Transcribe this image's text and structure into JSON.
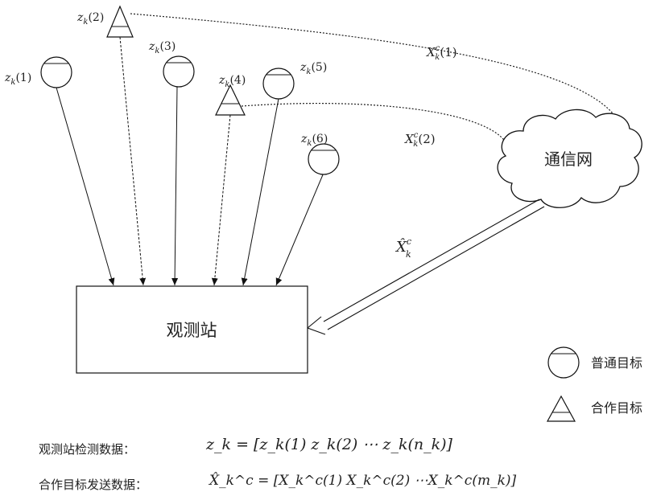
{
  "station": {
    "label": "观测站"
  },
  "network": {
    "label": "通信网"
  },
  "targets": [
    {
      "id": "1",
      "label": "(1)",
      "kind": "ordinary"
    },
    {
      "id": "2",
      "label": "(2)",
      "kind": "cooperative"
    },
    {
      "id": "3",
      "label": "(3)",
      "kind": "ordinary"
    },
    {
      "id": "4",
      "label": "(4)",
      "kind": "cooperative"
    },
    {
      "id": "5",
      "label": "(5)",
      "kind": "ordinary"
    },
    {
      "id": "6",
      "label": "(6)",
      "kind": "ordinary"
    }
  ],
  "links": {
    "coop1": {
      "sym": "X",
      "sup": "c",
      "sub": "k",
      "arg": "(1)"
    },
    "coop2": {
      "sym": "X",
      "sup": "c",
      "sub": "k",
      "arg": "(2)"
    },
    "to_station": {
      "sym": "X̂",
      "sup": "c",
      "sub": "k"
    }
  },
  "legend": {
    "ordinary": "普通目标",
    "cooperative": "合作目标"
  },
  "formulas": {
    "station_label": "观测站检测数据：",
    "station_eq": "z_k = [z_k(1) z_k(2) ⋯ z_k(n_k)]",
    "coop_label": "合作目标发送数据：",
    "coop_eq": "X̂_k^c = [X_k^c(1) X_k^c(2) ⋯X_k^c(m_k)]"
  }
}
